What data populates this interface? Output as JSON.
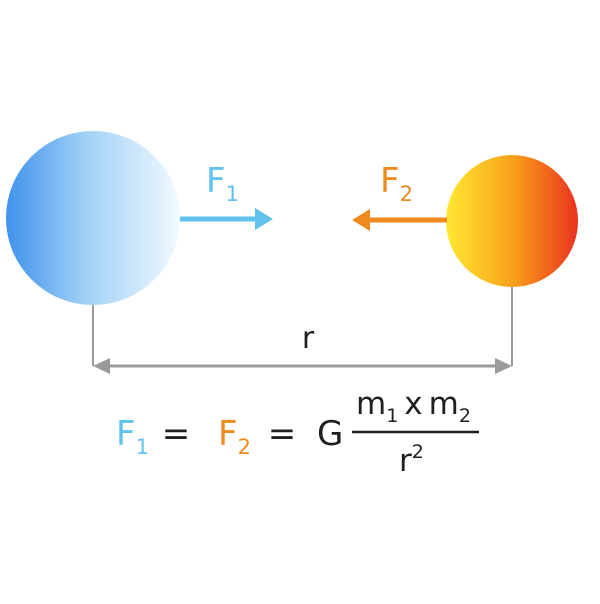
{
  "colors": {
    "mass1": "#5fc3ee",
    "mass2": "#ef8a1f",
    "dim": "#9a9a9a",
    "text": "#1f1f1f"
  },
  "force_labels": {
    "f1": {
      "letter": "F",
      "sub": "1"
    },
    "f2": {
      "letter": "F",
      "sub": "2"
    }
  },
  "distance_label": "r",
  "equation": {
    "f1": {
      "letter": "F",
      "sub": "1"
    },
    "equals_1": "=",
    "f2": {
      "letter": "F",
      "sub": "2"
    },
    "equals_2": "=",
    "constant": "G",
    "numerator": {
      "m1": "m",
      "m1_sub": "1",
      "times": "x",
      "m2": "m",
      "m2_sub": "2"
    },
    "denominator": {
      "base": "r",
      "exponent": "2"
    }
  }
}
